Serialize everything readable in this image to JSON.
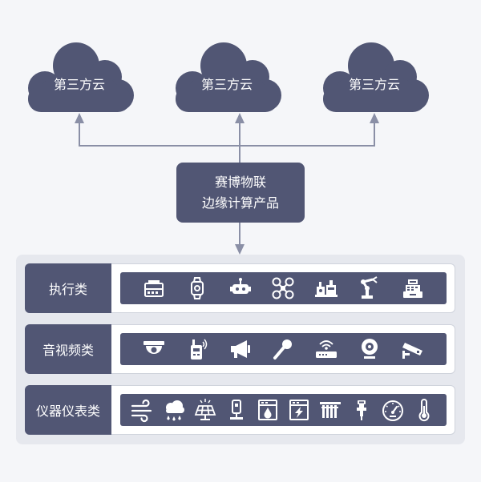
{
  "clouds": [
    {
      "label": "第三方云"
    },
    {
      "label": "第三方云"
    },
    {
      "label": "第三方云"
    }
  ],
  "center": {
    "line1": "赛博物联",
    "line2": "边缘计算产品"
  },
  "rows": [
    {
      "label": "执行类",
      "icons": [
        "server-rack-icon",
        "smart-watch-icon",
        "robot-icon",
        "drone-icon",
        "industrial-machine-icon",
        "robot-arm-icon",
        "cash-register-icon"
      ]
    },
    {
      "label": "音视频类",
      "icons": [
        "dome-camera-icon",
        "walkie-talkie-icon",
        "megaphone-icon",
        "microphone-icon",
        "wifi-router-icon",
        "webcam-icon",
        "cctv-camera-icon"
      ]
    },
    {
      "label": "仪器仪表类",
      "icons": [
        "wind-icon",
        "rain-cloud-icon",
        "solar-panel-icon",
        "sensor-device-icon",
        "water-meter-icon",
        "electric-meter-icon",
        "radiator-icon",
        "fuel-nozzle-icon",
        "speedometer-icon",
        "thermometer-icon"
      ]
    }
  ],
  "colors": {
    "primary": "#515674",
    "line": "#8a8fa6",
    "panel": "#e6e8ee",
    "background": "#f5f6f9"
  }
}
